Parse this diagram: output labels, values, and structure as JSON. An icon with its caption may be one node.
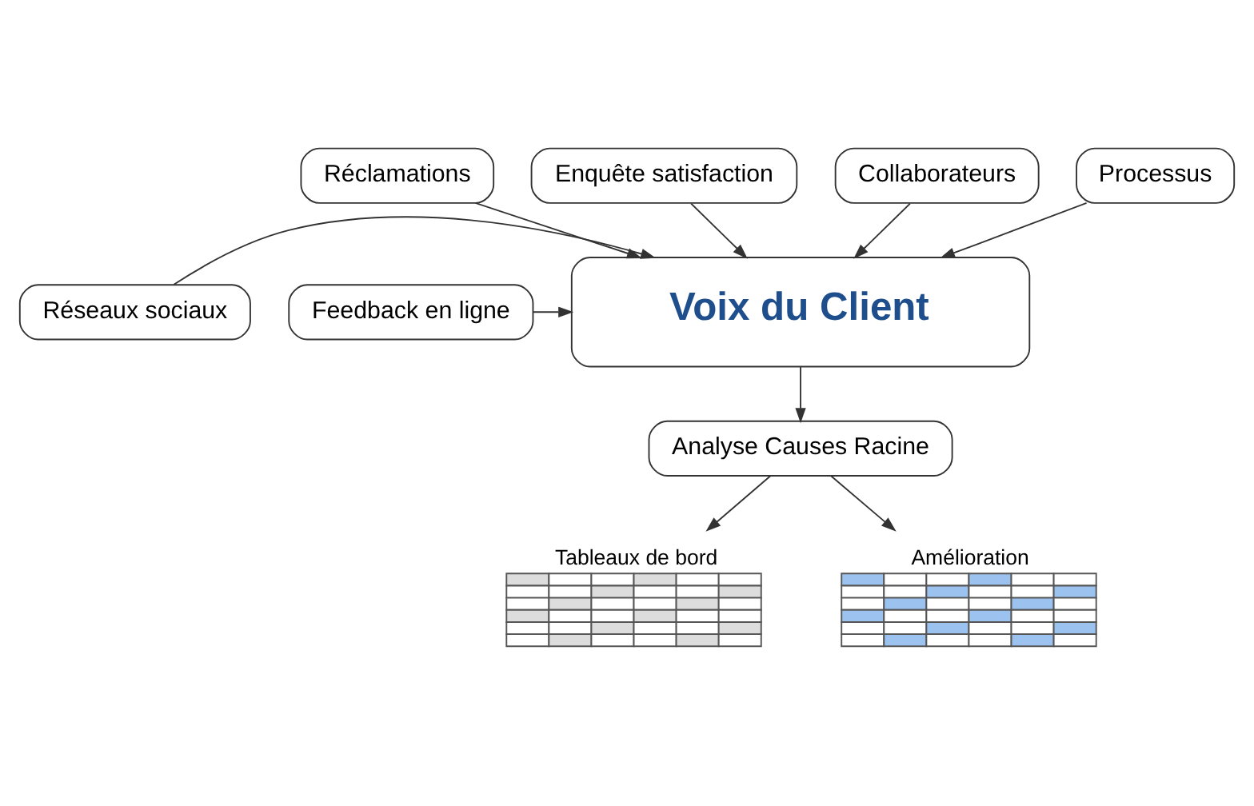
{
  "diagram": {
    "nodes": [
      {
        "text": [
          "Réclamations"
        ]
      },
      {
        "text": [
          "Enquête satisfaction"
        ]
      },
      {
        "text": [
          "Collaborateurs"
        ]
      },
      {
        "text": [
          "Processus"
        ]
      },
      {
        "text": [
          "Réseaux sociaux"
        ]
      },
      {
        "text": [
          "Voix du Client"
        ]
      },
      {
        "text": [
          "Feedback en ligne"
        ]
      },
      {
        "text": [
          "Analyse Causes Racine"
        ]
      },
      {
        "text": [
          "Tableaux de bord"
        ]
      },
      {
        "text": [
          "Amélioration"
        ]
      }
    ],
    "edges": [
      {
        "from": 0,
        "to": 5,
        "arrow": "to"
      },
      {
        "from": 1,
        "to": 5,
        "arrow": "to"
      },
      {
        "from": 2,
        "to": 5,
        "arrow": "to"
      },
      {
        "from": 3,
        "to": 5,
        "arrow": "to"
      },
      {
        "from": 4,
        "to": 5,
        "arrow": "to"
      },
      {
        "from": 6,
        "to": 5,
        "arrow": "to"
      },
      {
        "from": 5,
        "to": 7,
        "arrow": "to"
      },
      {
        "from": 7,
        "to": 8,
        "arrow": "to"
      },
      {
        "from": 7,
        "to": 9,
        "arrow": "to"
      }
    ]
  }
}
